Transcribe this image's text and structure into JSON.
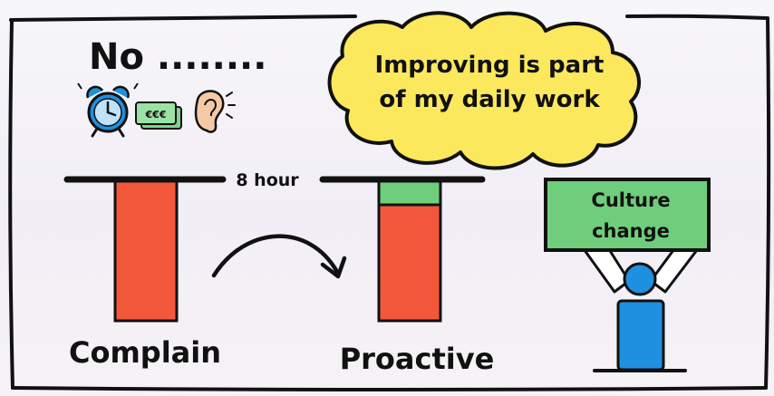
{
  "header": {
    "title": "No ........"
  },
  "icons": [
    {
      "name": "alarm-clock-icon"
    },
    {
      "name": "money-icon",
      "label": "€€€"
    },
    {
      "name": "ear-icon"
    }
  ],
  "bubble": {
    "line1": "Improving is part",
    "line2": "of my daily work"
  },
  "timeline": {
    "label": "8 hour"
  },
  "bars": [
    {
      "label": "Complain",
      "proactive_fraction": 0.0
    },
    {
      "label": "Proactive",
      "proactive_fraction": 0.17
    }
  ],
  "sign": {
    "line1": "Culture",
    "line2": "change"
  },
  "colors": {
    "red": "#f4583b",
    "green": "#6fce7c",
    "yellow": "#fbe85c",
    "blue": "#1f8fe0",
    "ink": "#111111"
  }
}
